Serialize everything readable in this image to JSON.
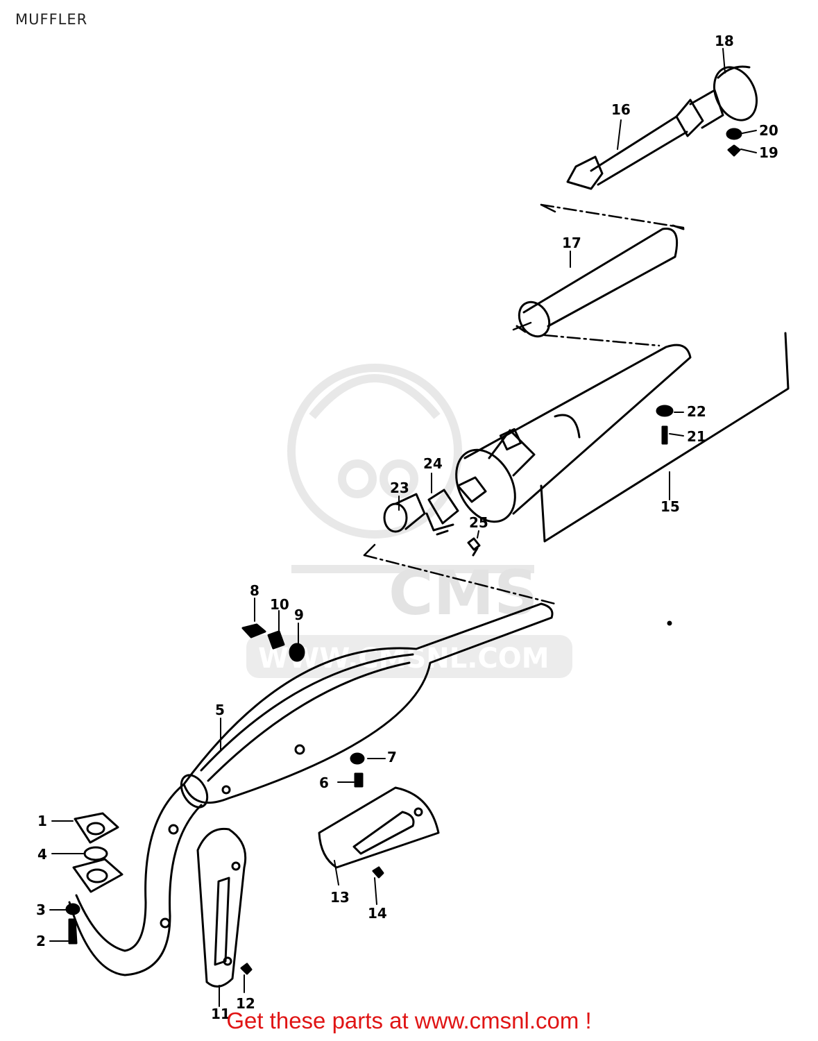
{
  "page": {
    "title": "MUFFLER"
  },
  "watermark": {
    "brand": "CMS",
    "url": "WWW.CMSNL.COM"
  },
  "callouts": [
    "1",
    "2",
    "3",
    "4",
    "5",
    "6",
    "7",
    "8",
    "9",
    "10",
    "11",
    "12",
    "13",
    "14",
    "15",
    "16",
    "17",
    "18",
    "19",
    "20",
    "21",
    "22",
    "23",
    "24",
    "25"
  ],
  "footer": {
    "text": "Get these parts at www.cmsnl.com !"
  },
  "colors": {
    "footer": "#e01414",
    "line": "#000000",
    "watermark": "#e6e6e6"
  }
}
